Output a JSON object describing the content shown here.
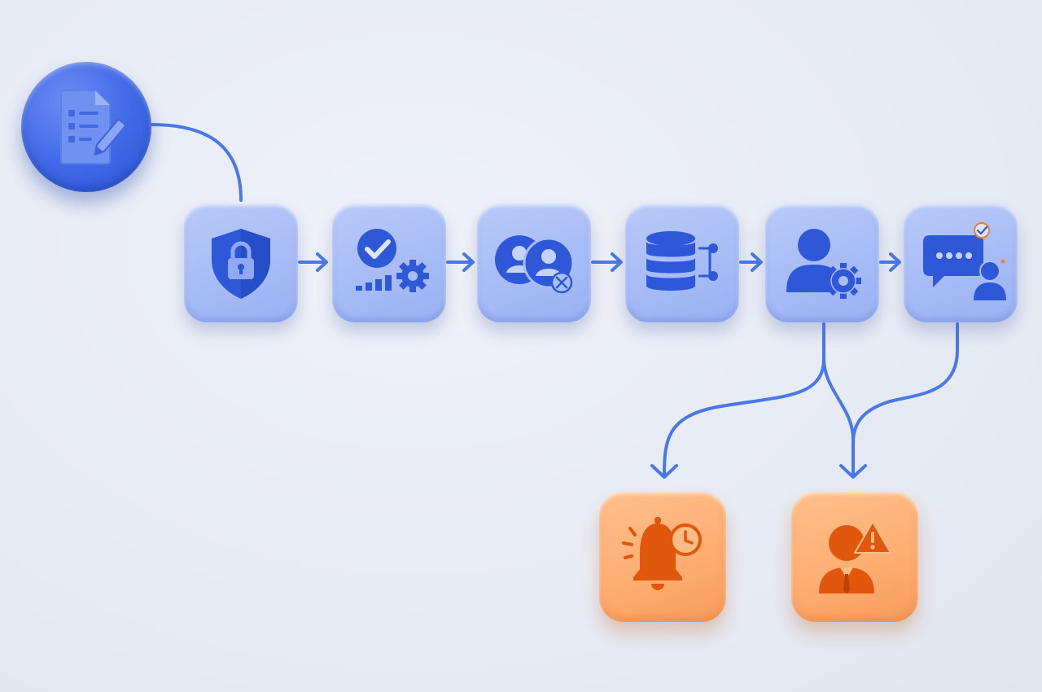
{
  "colors": {
    "background": "#e7ebf4",
    "primary_blue": "#2f58d8",
    "connector_blue": "#4a78ea",
    "tile_blue": "#a9bdf6",
    "tile_orange": "#fdae72",
    "icon_orange": "#e2570e"
  },
  "nodes": [
    {
      "id": "start",
      "icon": "document-edit-icon",
      "shape": "circle",
      "color": "blue"
    },
    {
      "id": "security",
      "icon": "shield-lock-icon",
      "shape": "tile",
      "color": "blue"
    },
    {
      "id": "verify",
      "icon": "check-gear-bars-icon",
      "shape": "tile",
      "color": "blue"
    },
    {
      "id": "users",
      "icon": "users-blocked-icon",
      "shape": "tile",
      "color": "blue"
    },
    {
      "id": "database",
      "icon": "database-nodes-icon",
      "shape": "tile",
      "color": "blue"
    },
    {
      "id": "admin",
      "icon": "user-gear-icon",
      "shape": "tile",
      "color": "blue"
    },
    {
      "id": "message",
      "icon": "chat-user-icon",
      "shape": "tile",
      "color": "blue"
    },
    {
      "id": "alarm",
      "icon": "bell-clock-icon",
      "shape": "tile",
      "color": "orange"
    },
    {
      "id": "alert",
      "icon": "person-warning-icon",
      "shape": "tile",
      "color": "orange"
    }
  ],
  "edges": [
    {
      "from": "start",
      "to": "security"
    },
    {
      "from": "security",
      "to": "verify"
    },
    {
      "from": "verify",
      "to": "users"
    },
    {
      "from": "users",
      "to": "database"
    },
    {
      "from": "database",
      "to": "admin"
    },
    {
      "from": "admin",
      "to": "message"
    },
    {
      "from": "admin",
      "to": "alarm"
    },
    {
      "from": "admin",
      "to": "alert"
    },
    {
      "from": "message",
      "to": "alert"
    }
  ]
}
